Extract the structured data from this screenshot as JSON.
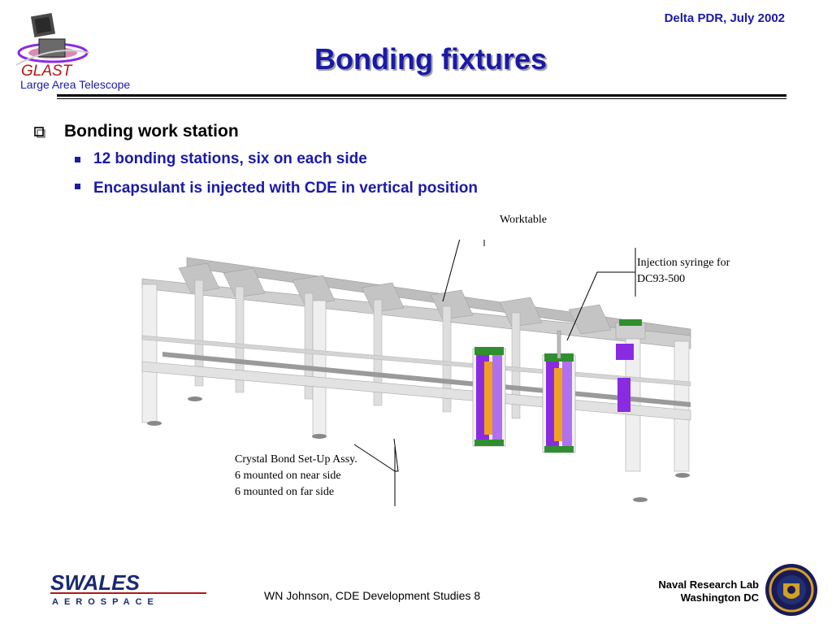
{
  "header": {
    "tag": "Delta PDR, July 2002",
    "title": "Bonding fixtures",
    "logo": {
      "name": "GLAST",
      "subtitle": "Large Area Telescope",
      "icon": "glast-logo-icon"
    }
  },
  "bullets": {
    "level1": {
      "marker_icon": "checkbox-bullet-icon",
      "text": "Bonding work station"
    },
    "level2": [
      {
        "marker_icon": "square-bullet-icon",
        "text": "12 bonding stations, six on each side"
      },
      {
        "marker_icon": "square-bullet-icon",
        "text": "Encapsulant is injected with CDE in vertical position"
      }
    ]
  },
  "diagram": {
    "callouts": {
      "worktable": "Worktable",
      "syringe": [
        "Injection syringe for",
        "DC93-500"
      ],
      "crystal": [
        "Crystal Bond Set-Up Assy.",
        "6 mounted on near side",
        "6 mounted on far side"
      ]
    }
  },
  "footer": {
    "company": {
      "name": "SWALES",
      "sub": "AEROSPACE"
    },
    "center": "WN Johnson, CDE Development Studies 8",
    "right": [
      "Naval Research Lab",
      "Washington DC"
    ],
    "seal_icon": "nrl-seal-icon"
  },
  "colors": {
    "title_blue": "#1a1aa8",
    "bullet_blue": "#1a1aa8",
    "glast_red": "#b01818",
    "frame_grey": "#e6e6e6",
    "assembly_purple": "#8a2be2",
    "assembly_orange": "#f0a020",
    "assembly_green": "#2f8f2f"
  }
}
